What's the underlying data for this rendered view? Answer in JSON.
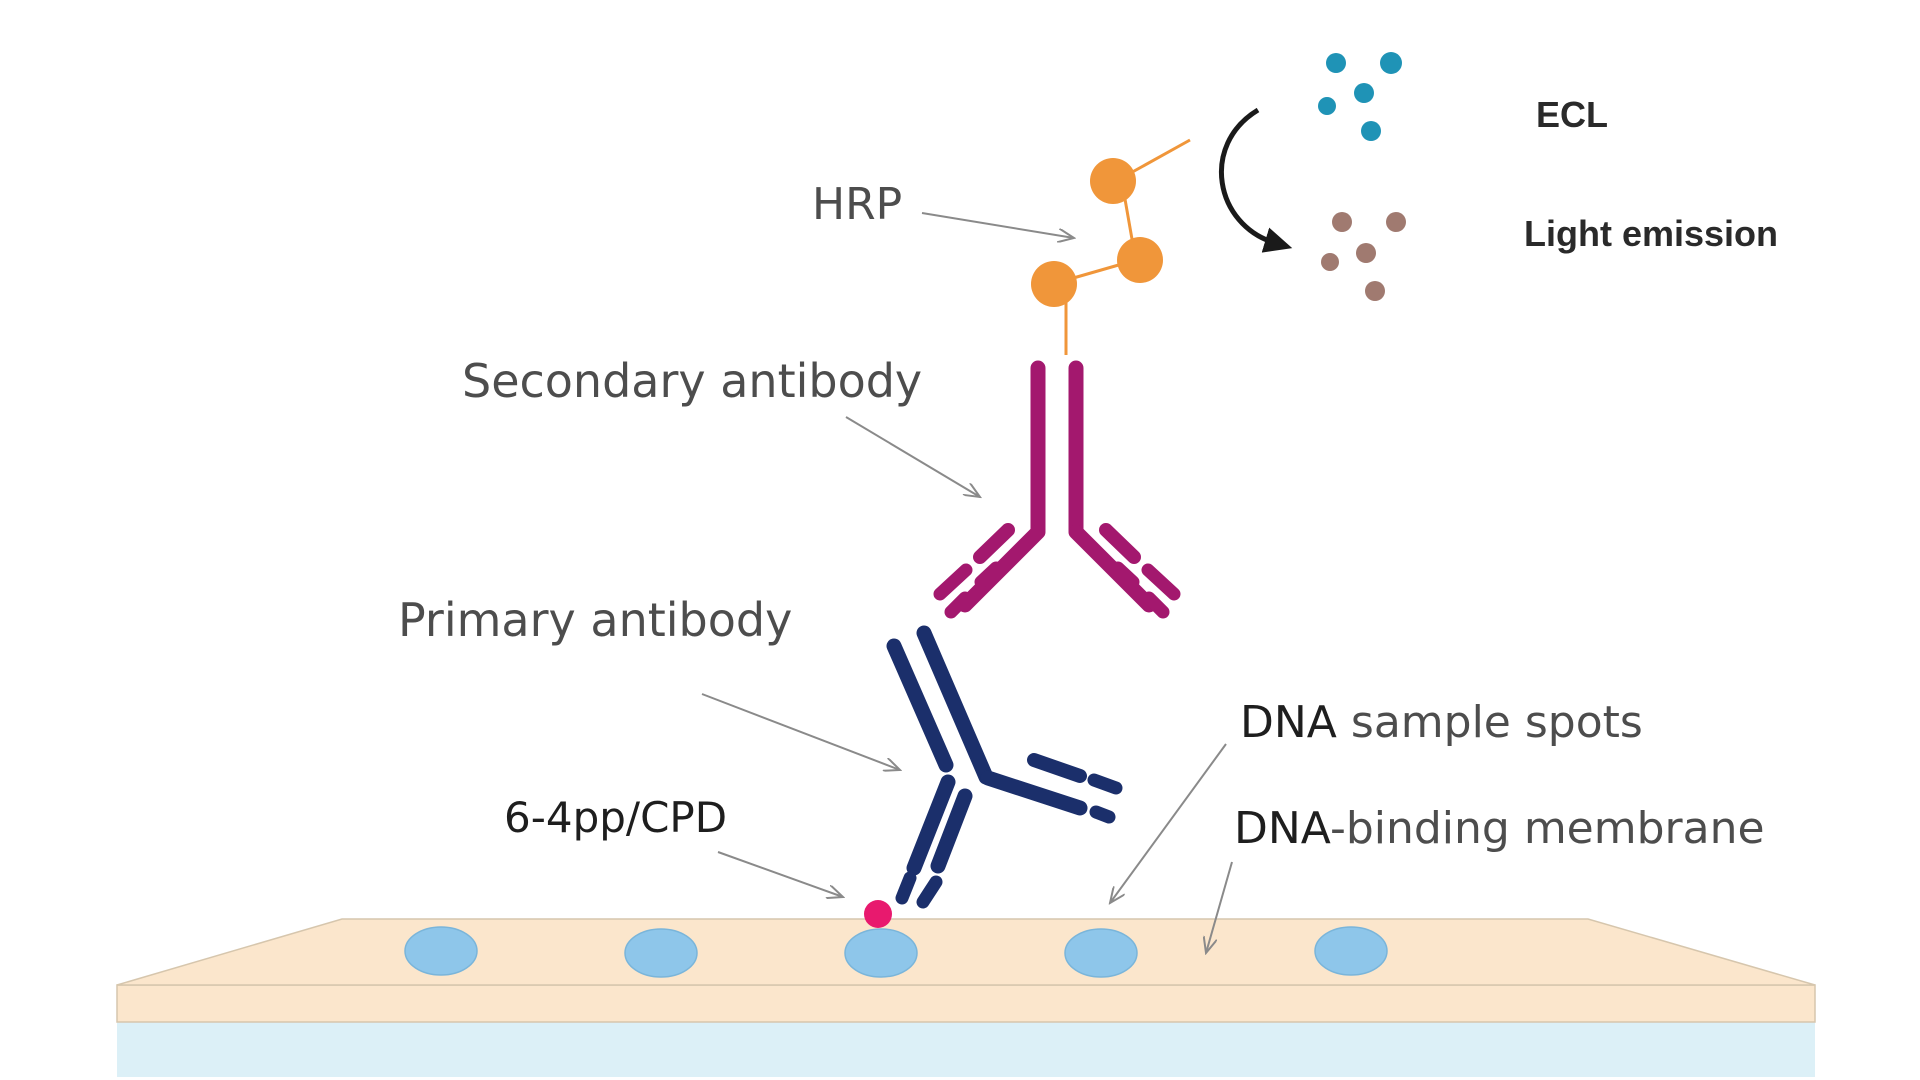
{
  "labels": {
    "hrp": "HRP",
    "secondary_antibody": "Secondary antibody",
    "primary_antibody": "Primary antibody",
    "lesion": "6-4pp/CPD",
    "dna_sample_spots_part1": "DNA",
    "dna_sample_spots_part2": " sample spots",
    "membrane_part1": "DNA",
    "membrane_part2": "-binding membrane",
    "ecl": "ECL",
    "light_emission": "Light emission"
  },
  "colors": {
    "hrp": "#f0963a",
    "secondary_antibody": "#a3186e",
    "primary_antibody": "#1b2f6b",
    "lesion": "#e8196e",
    "spot": "#8ec6ea",
    "membrane_top": "#fbe6cc",
    "membrane_base": "#dcf0f7",
    "ecl_dot": "#1f93b6",
    "light_dot": "#a07a70",
    "pointer": "#8a8a8a"
  },
  "membrane_spots": 5
}
